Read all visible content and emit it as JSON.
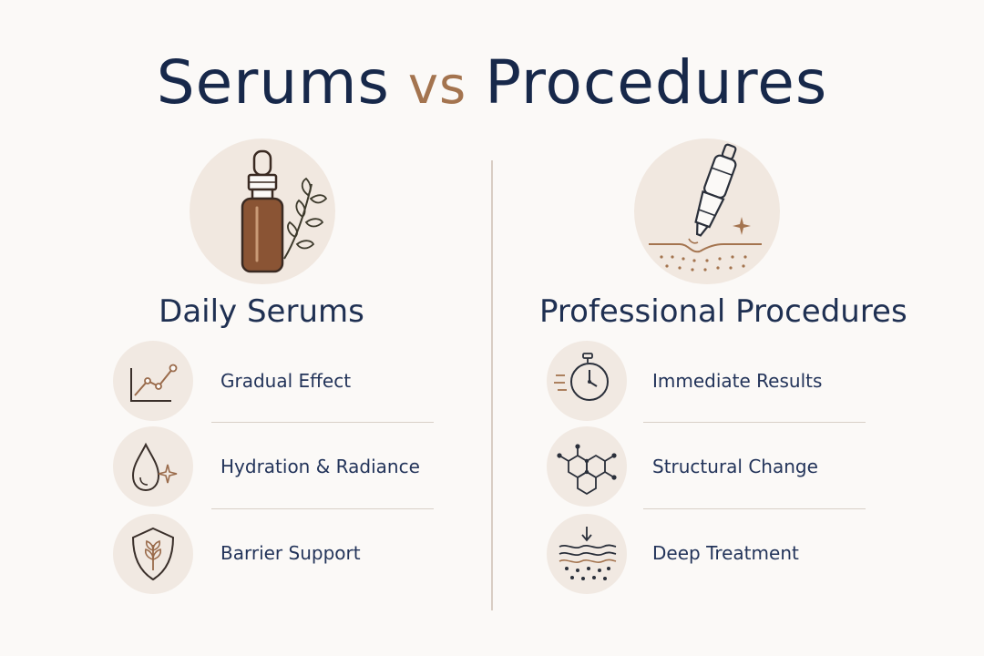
{
  "title": {
    "part1": "Serums",
    "vs": "vs",
    "part2": "Procedures"
  },
  "columns": [
    {
      "heading": "Daily Serums",
      "hero_icon": "serum-dropper-bottle-with-leaf",
      "features": [
        {
          "label": "Gradual Effect",
          "icon": "rising-line-chart-icon"
        },
        {
          "label": "Hydration & Radiance",
          "icon": "water-drop-sparkle-icon"
        },
        {
          "label": "Barrier Support",
          "icon": "shield-leaf-icon"
        }
      ]
    },
    {
      "heading": "Professional Procedures",
      "hero_icon": "microneedle-pen-on-skin",
      "features": [
        {
          "label": "Immediate Results",
          "icon": "stopwatch-icon"
        },
        {
          "label": "Structural Change",
          "icon": "molecule-hexagon-icon"
        },
        {
          "label": "Deep Treatment",
          "icon": "skin-layers-arrow-icon"
        }
      ]
    }
  ],
  "colors": {
    "navy": "#17284a",
    "accent": "#a4744f",
    "circle": "#f1e8e0",
    "bottle": "#8a5434"
  }
}
